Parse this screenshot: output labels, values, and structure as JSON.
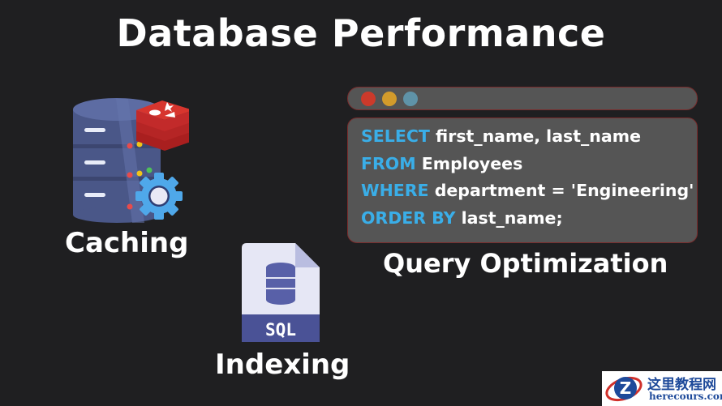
{
  "title": "Database Performance",
  "caching": {
    "label": "Caching"
  },
  "indexing": {
    "label": "Indexing",
    "file_text": "SQL"
  },
  "query": {
    "label": "Query Optimization",
    "window_dots": [
      "#cc3a2b",
      "#d39b2b",
      "#5f93a8"
    ],
    "lines": [
      {
        "kw": "SELECT",
        "rest": " first_name, last_name"
      },
      {
        "kw": "FROM",
        "rest": " Employees"
      },
      {
        "kw": "WHERE",
        "rest": " department = 'Engineering'"
      },
      {
        "kw": "ORDER BY",
        "rest": " last_name;"
      }
    ]
  },
  "watermark": {
    "cn": "这里教程网",
    "url": "herecours.com"
  }
}
